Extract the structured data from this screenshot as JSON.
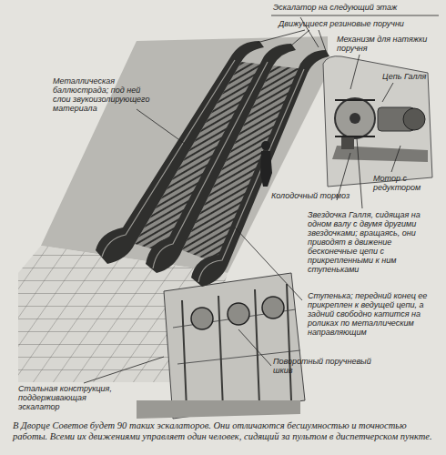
{
  "diagram": {
    "caption": "В Дворце Советов будет 90 таких эскалаторов. Они отличаются бесшумностью и точностью работы. Всеми их движениями управляет один человек, сидящий за пультом в диспетчерском пункте.",
    "labels": [
      "Эскалатор на следующий этаж",
      "Движущиеся резиновые поручни",
      "Механизм для натяжки поручня",
      "Цепь Галля",
      "Металлическая баллюстрада; под ней слои звукоизолирующего материала",
      "Мотор с редуктором",
      "Колодочный тормоз",
      "Звездочка Галля, сидящая на одном валу с двумя другими звездочками; вращаясь, они приводят в движение бесконечные цепи с прикрепленными к ним ступеньками",
      "Ступенька; передний конец ее прикреплен к ведущей цепи, а задний свободно катится на роликах по металлическим направляющим",
      "Поворотный поручневый шкив",
      "Стальная конструкция, поддерживающая эскалатор"
    ]
  }
}
